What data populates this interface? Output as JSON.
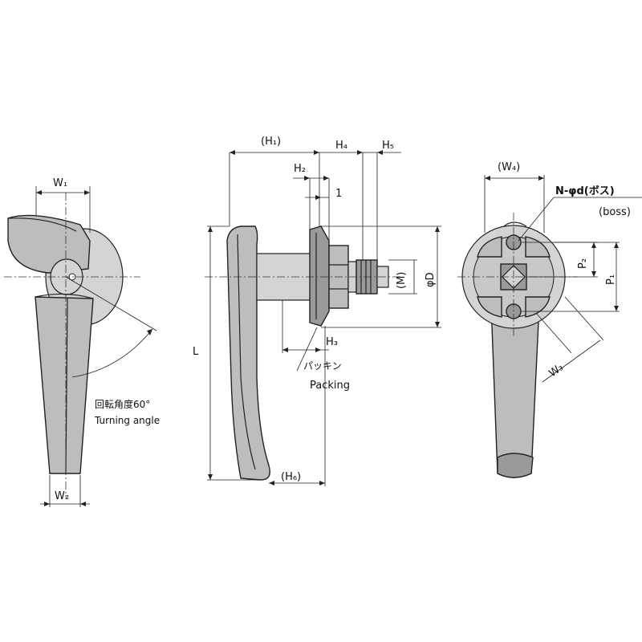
{
  "labels": {
    "w1": "W₁",
    "w2": "W₂",
    "w3": "W₃",
    "w4": "(W₄)",
    "h1": "(H₁)",
    "h2": "H₂",
    "h3": "H₃",
    "h4": "H₄",
    "h5": "H₅",
    "h6": "(H₆)",
    "one": "1",
    "l": "L",
    "m": "(M)",
    "phi_d": "φD",
    "p1": "P₁",
    "p2": "P₂",
    "boss_jp": "N-φd(ボス)",
    "boss_en": "(boss)",
    "packing_jp": "パッキン",
    "packing_en": "Packing",
    "turn_jp": "回転角度60°",
    "turn_en": "Turning angle"
  }
}
